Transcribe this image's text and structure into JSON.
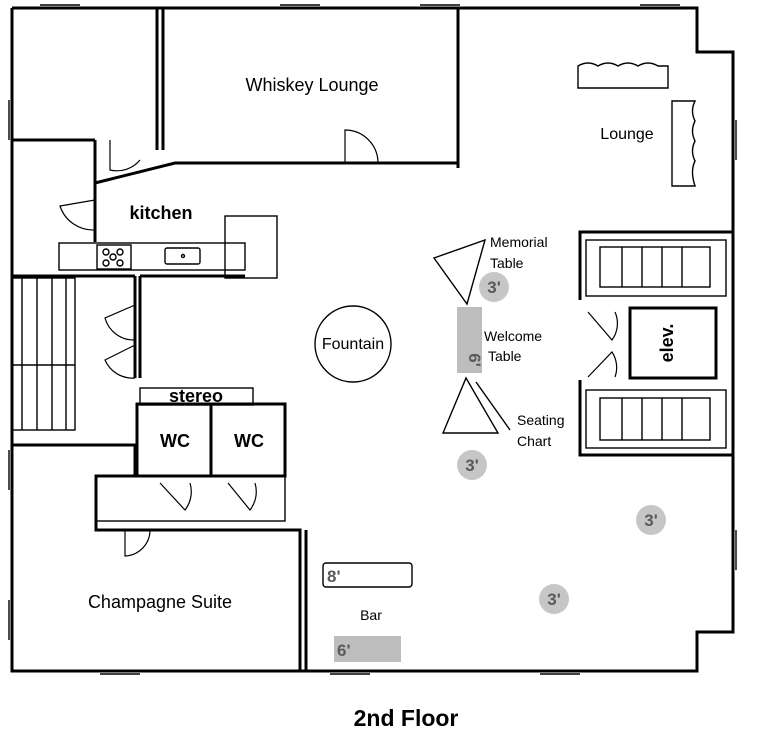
{
  "floor_title": "2nd Floor",
  "rooms": {
    "whiskey_lounge": "Whiskey Lounge",
    "lounge": "Lounge",
    "kitchen": "kitchen",
    "fountain": "Fountain",
    "stereo": "stereo",
    "wc_left": "WC",
    "wc_right": "WC",
    "champagne_suite": "Champagne Suite",
    "elevator": "elev.",
    "bar": "Bar"
  },
  "stations": {
    "memorial_table": [
      "Memorial",
      "Table"
    ],
    "welcome_table": [
      "Welcome",
      "Table"
    ],
    "seating_chart": [
      "Seating",
      "Chart"
    ]
  },
  "tables": {
    "welcome_size": "6'",
    "bar_top": "8'",
    "bar_bottom": "6'",
    "round": [
      "3'",
      "3'",
      "3'",
      "3'"
    ]
  },
  "colors": {
    "wall": "#000000",
    "table_fill": "#c6c6c6",
    "table_text": "#5a5a5a"
  }
}
